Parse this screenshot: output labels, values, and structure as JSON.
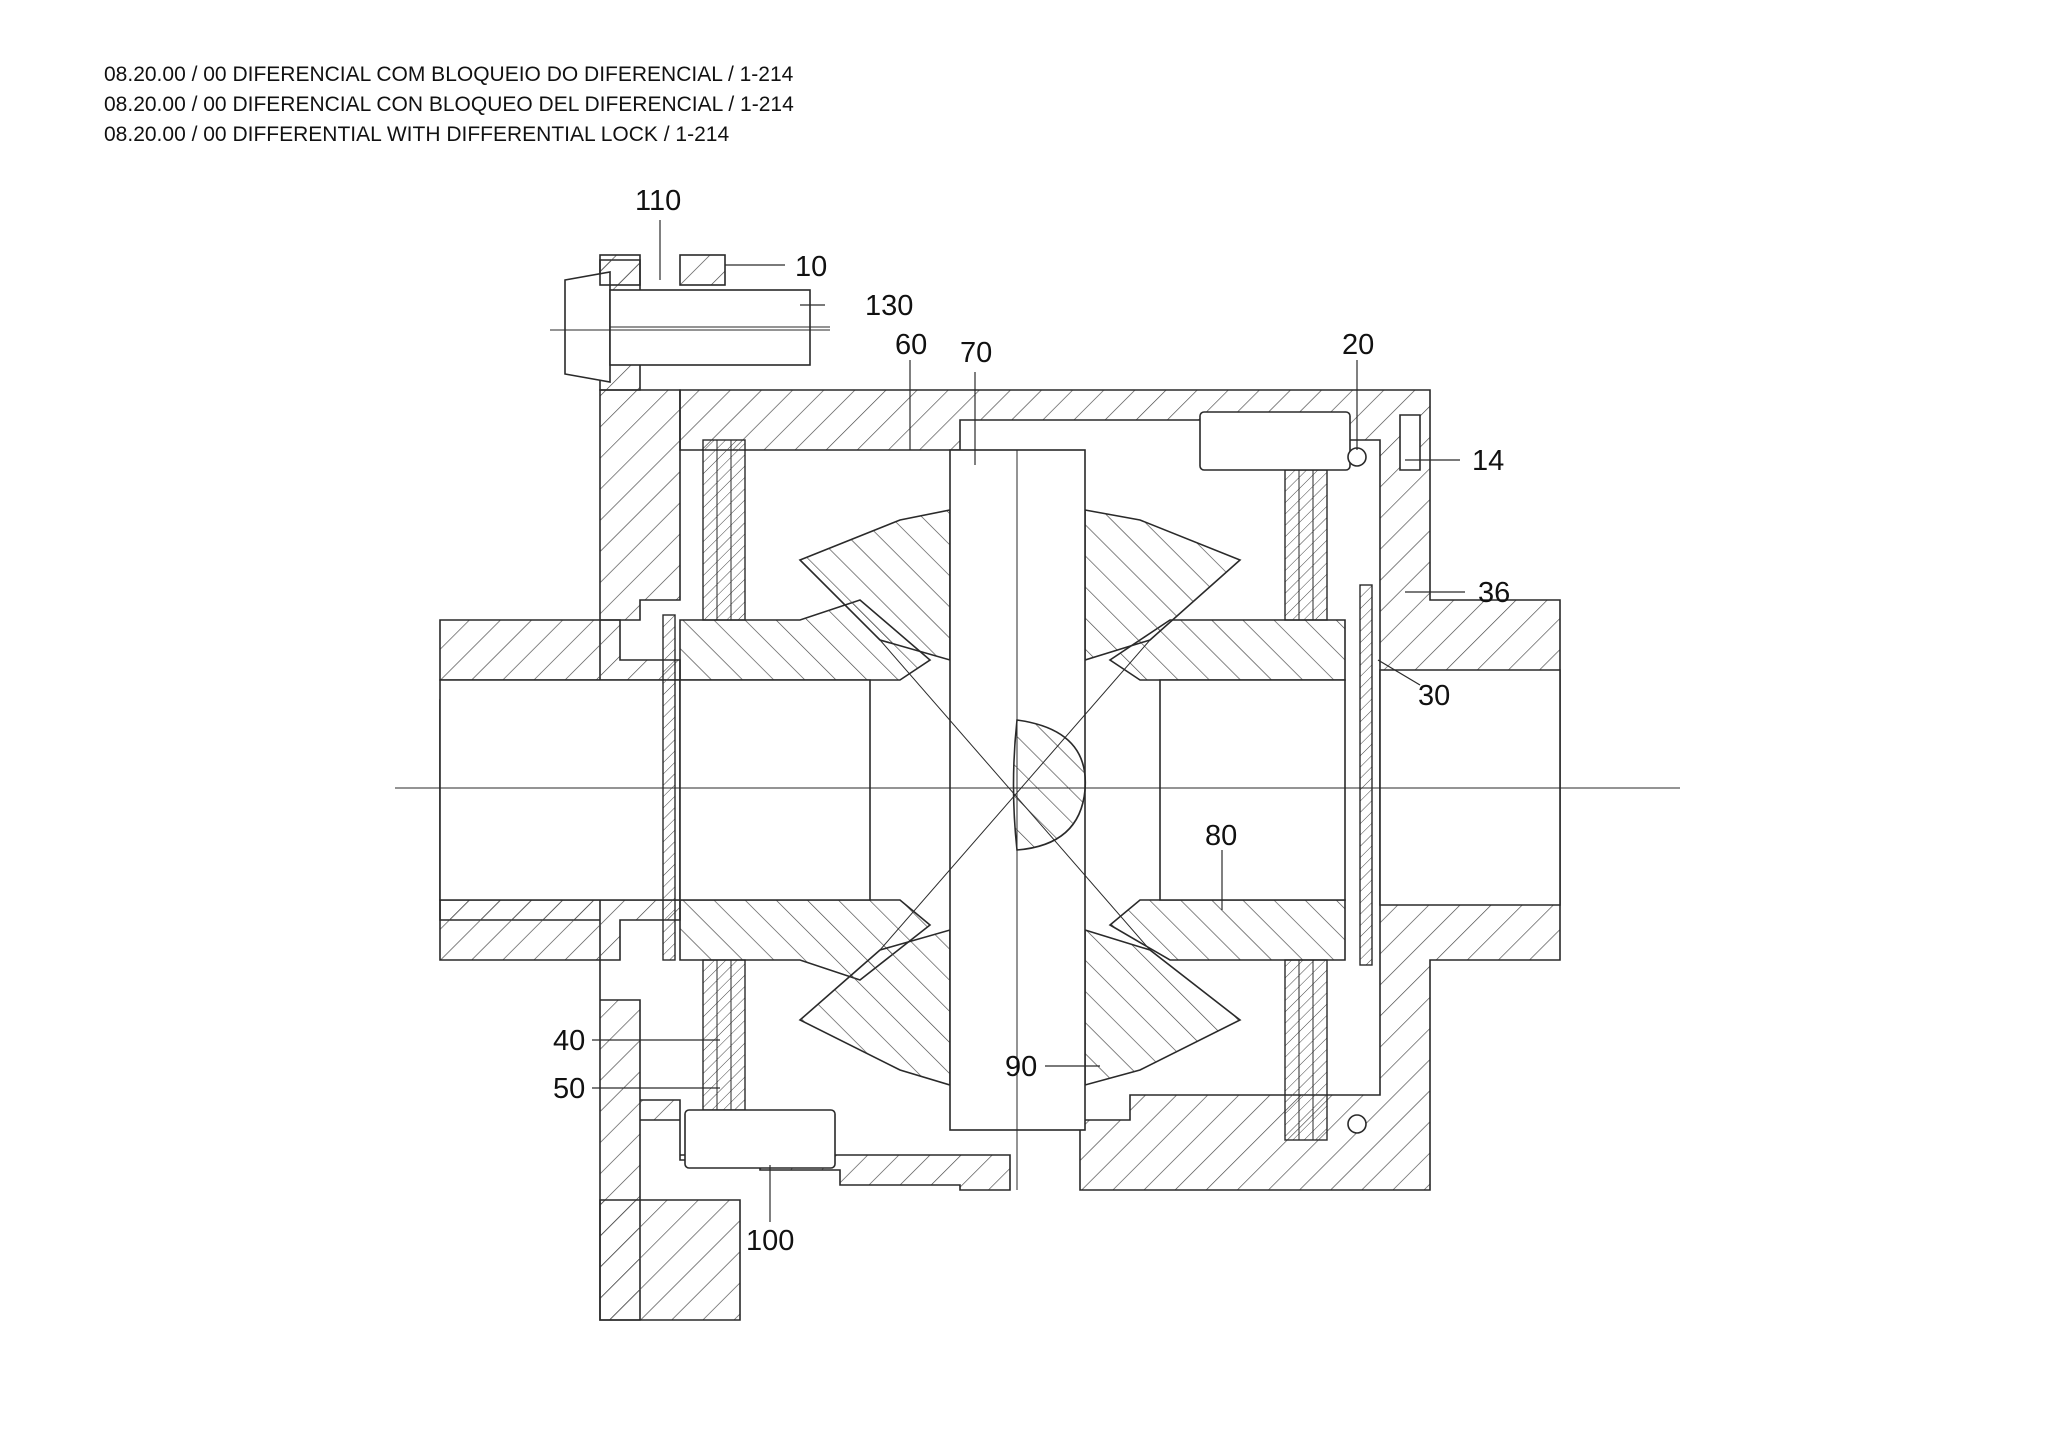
{
  "header": {
    "lines": [
      "08.20.00 / 00 DIFERENCIAL COM BLOQUEIO DO DIFERENCIAL / 1-214",
      "08.20.00 / 00 DIFERENCIAL CON BLOQUEO DEL DIFERENCIAL / 1-214",
      "08.20.00 / 00 DIFFERENTIAL WITH DIFFERENTIAL LOCK / 1-214"
    ]
  },
  "callouts": {
    "c110": "110",
    "c10": "10",
    "c130": "130",
    "c60": "60",
    "c70": "70",
    "c20": "20",
    "c14": "14",
    "c36": "36",
    "c30": "30",
    "c80": "80",
    "c40": "40",
    "c50": "50",
    "c90": "90",
    "c100": "100"
  }
}
